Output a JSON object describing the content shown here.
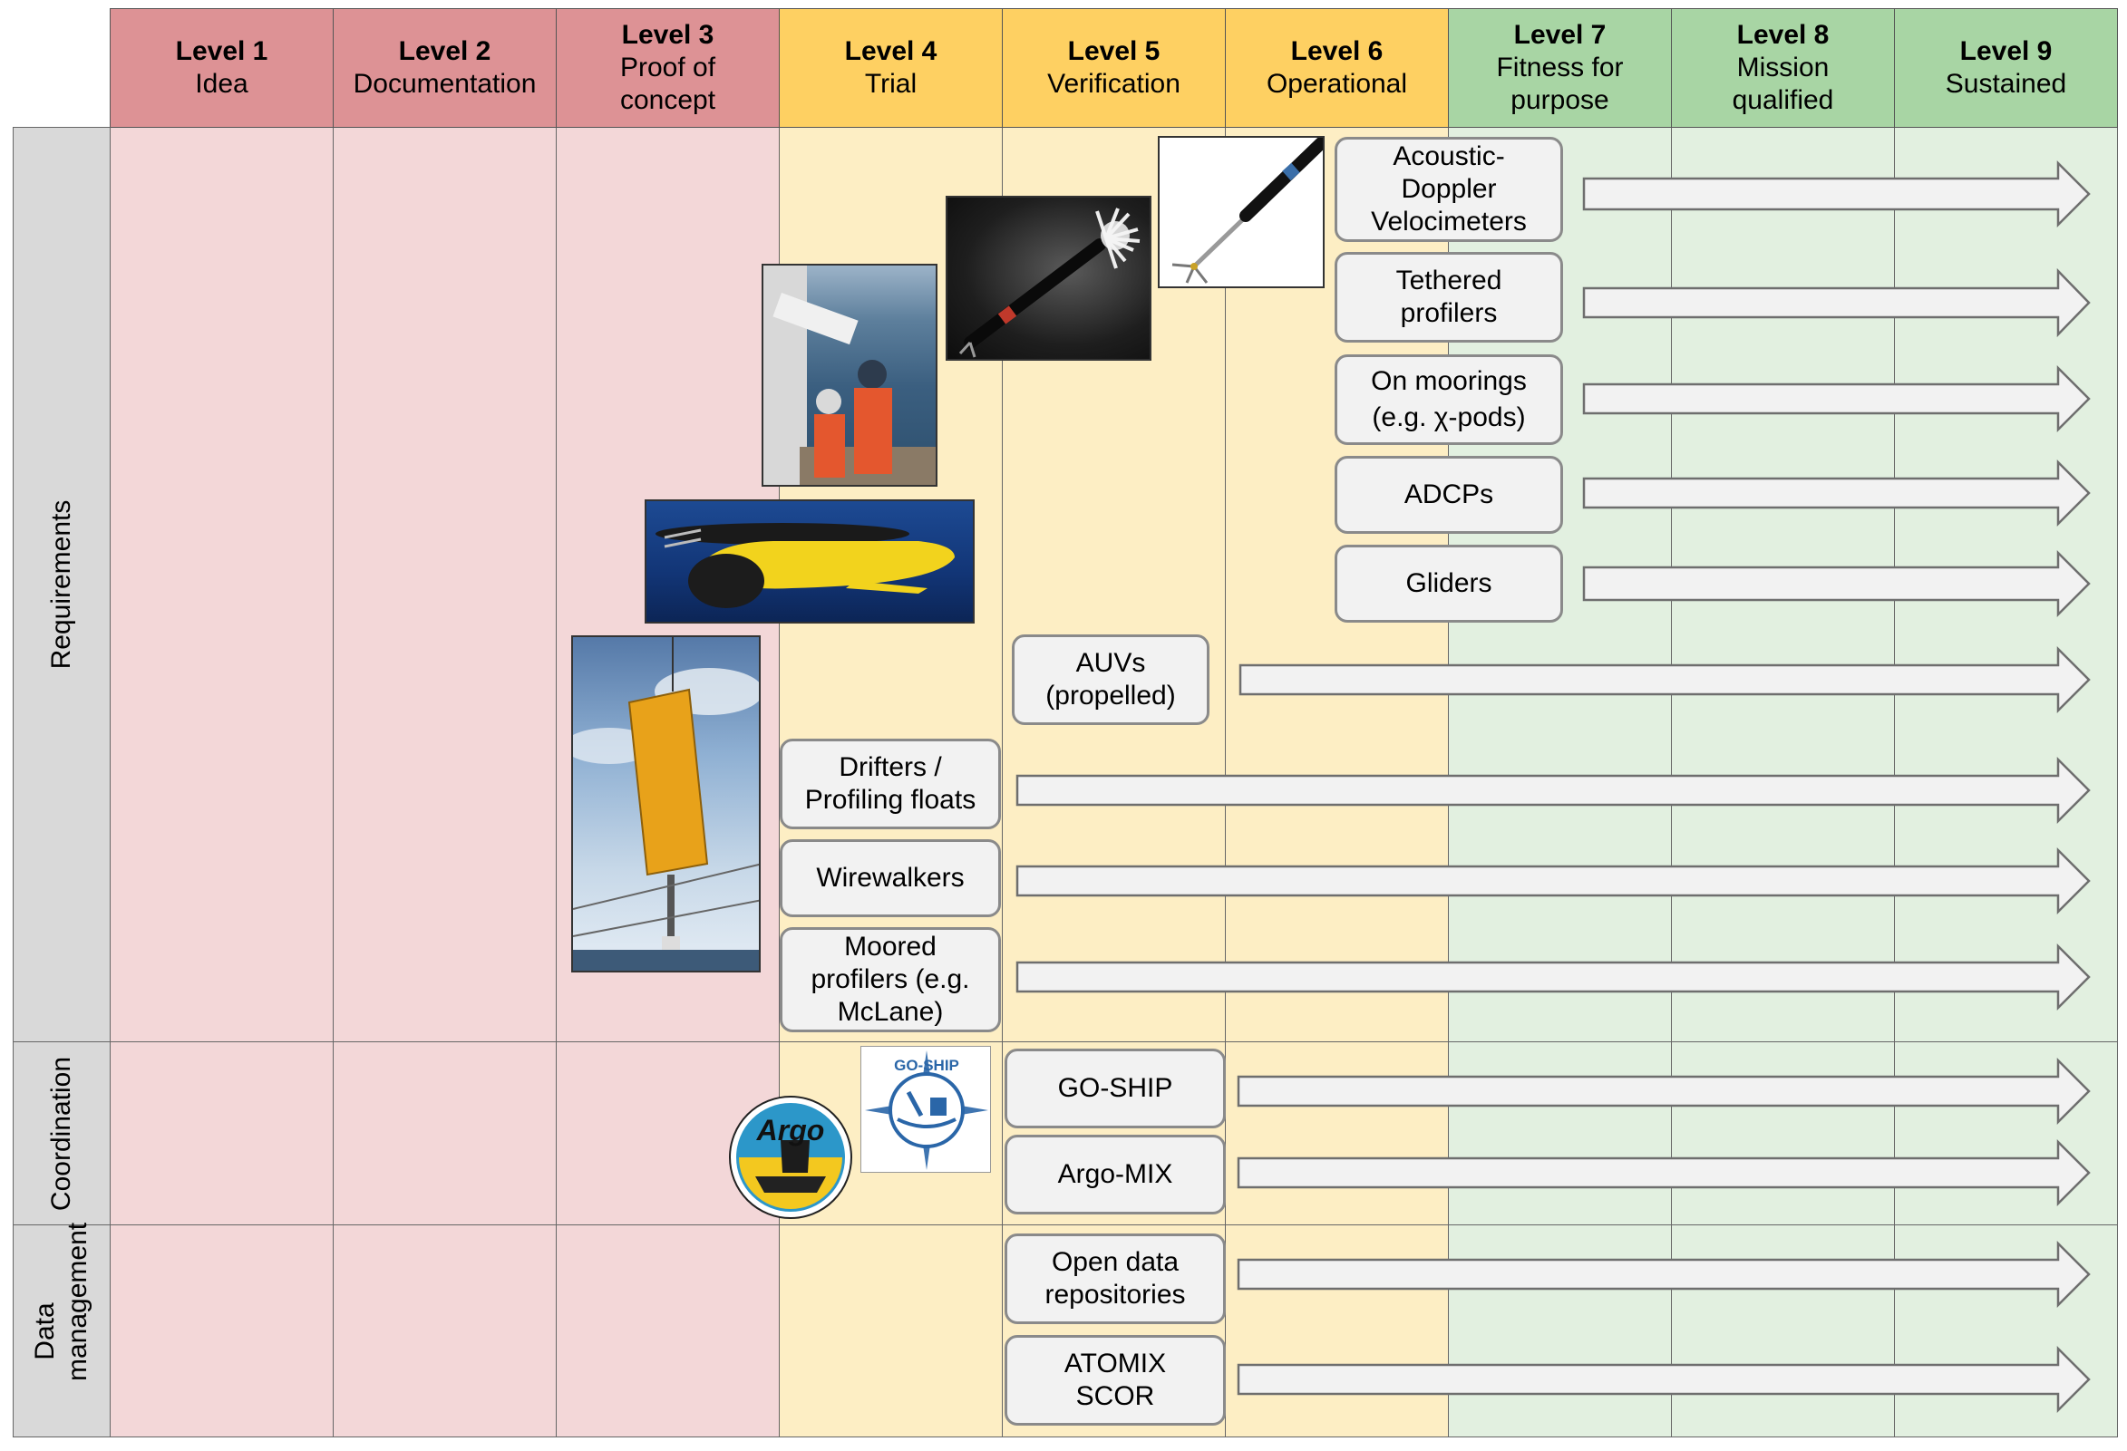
{
  "levels": [
    {
      "name": "Level 1",
      "desc": "Idea"
    },
    {
      "name": "Level 2",
      "desc": "Documentation"
    },
    {
      "name": "Level 3",
      "desc": "Proof of concept"
    },
    {
      "name": "Level 4",
      "desc": "Trial"
    },
    {
      "name": "Level 5",
      "desc": "Verification"
    },
    {
      "name": "Level 6",
      "desc": "Operational"
    },
    {
      "name": "Level 7",
      "desc": "Fitness for purpose"
    },
    {
      "name": "Level 8",
      "desc": "Mission qualified"
    },
    {
      "name": "Level 9",
      "desc": "Sustained"
    }
  ],
  "rows": [
    "Requirements",
    "Coordination",
    "Data management"
  ],
  "items": {
    "adv": "Acoustic-Doppler Velocimeters",
    "tethered": "Tethered profilers",
    "moorings": "On moorings (e.g. χ-pods)",
    "adcps": "ADCPs",
    "gliders": "Gliders",
    "auvs": "AUVs (propelled)",
    "drifters": "Drifters / Profiling floats",
    "wirewalkers": "Wirewalkers",
    "moored": "Moored profilers (e.g. McLane)",
    "goship": "GO-SHIP",
    "argomix": "Argo-MIX",
    "opendata": "Open data repositories",
    "atomix": "ATOMIX SCOR"
  },
  "logos": {
    "argo": "Argo",
    "goship": "GO-SHIP"
  },
  "colors": {
    "idea_header": "#dd9295",
    "trial_header": "#fed062",
    "fitness_header": "#a8d5a4",
    "idea_cell": "#f3d7d8",
    "trial_cell": "#fdeec4",
    "fitness_cell": "#e2f0e0"
  }
}
